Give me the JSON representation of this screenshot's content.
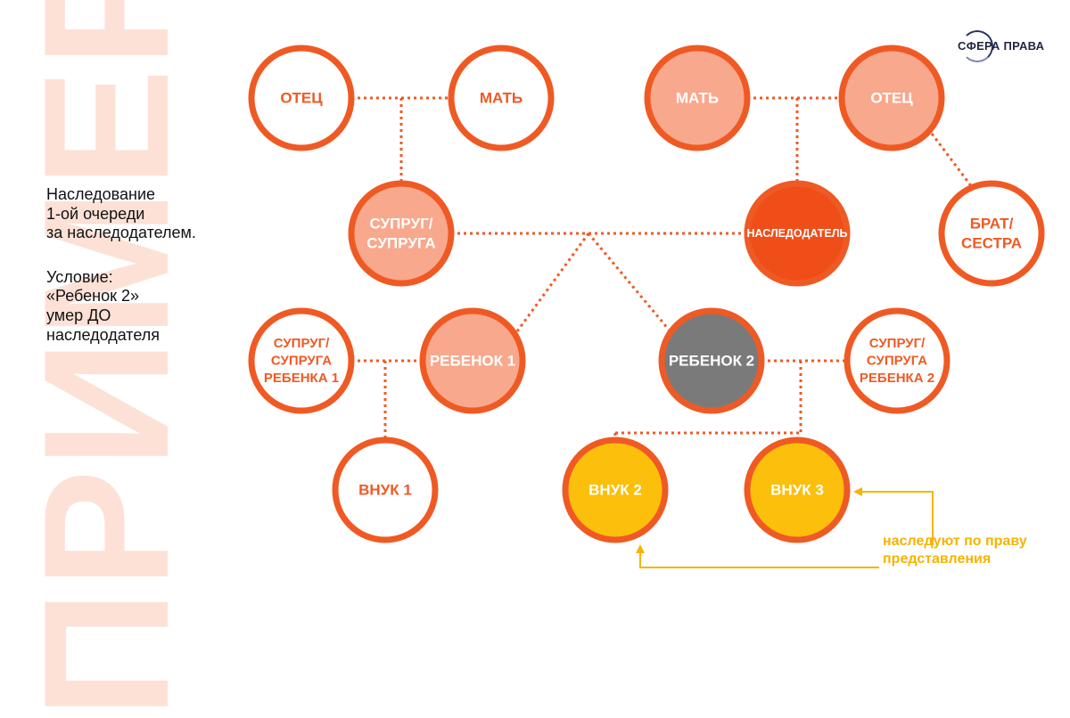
{
  "watermark": "ПРИМЕР:",
  "brand": {
    "name": "СФЕРА ПРАВА"
  },
  "sidebar": {
    "description": [
      "Наследование",
      "1-ой очереди",
      "за наследодателем."
    ],
    "condition": [
      "Условие:",
      "«Ребенок 2»",
      "умер ДО",
      "наследодателя"
    ]
  },
  "colors": {
    "accent": "#ef5a24",
    "white_fill": "#ffffff",
    "light_fill": "#f8a88d",
    "testator_fill": "#f04e18",
    "deceased_fill": "#7a7a7a",
    "grandchild_fill": "#fbbf0c",
    "note_text": "#f5b400"
  },
  "diagram": {
    "nodes": [
      {
        "id": "father-left",
        "lines": [
          "ОТЕЦ"
        ],
        "style": "white"
      },
      {
        "id": "mother-left",
        "lines": [
          "МАТЬ"
        ],
        "style": "white"
      },
      {
        "id": "mother-right",
        "lines": [
          "МАТЬ"
        ],
        "style": "light"
      },
      {
        "id": "father-right",
        "lines": [
          "ОТЕЦ"
        ],
        "style": "light"
      },
      {
        "id": "spouse",
        "lines": [
          "СУПРУГ/",
          "СУПРУГА"
        ],
        "style": "light"
      },
      {
        "id": "testator",
        "lines": [
          "НАСЛЕДОДАТЕЛЬ"
        ],
        "style": "testator"
      },
      {
        "id": "sibling",
        "lines": [
          "БРАТ/",
          "СЕСТРА"
        ],
        "style": "white"
      },
      {
        "id": "spouse-child1",
        "lines": [
          "СУПРУГ/",
          "СУПРУГА",
          "РЕБЕНКА 1"
        ],
        "style": "white"
      },
      {
        "id": "child1",
        "lines": [
          "РЕБЕНОК 1"
        ],
        "style": "light"
      },
      {
        "id": "child2",
        "lines": [
          "РЕБЕНОК 2"
        ],
        "style": "deceased"
      },
      {
        "id": "spouse-child2",
        "lines": [
          "СУПРУГ/",
          "СУПРУГА",
          "РЕБЕНКА 2"
        ],
        "style": "white"
      },
      {
        "id": "grandchild1",
        "lines": [
          "ВНУК 1"
        ],
        "style": "white"
      },
      {
        "id": "grandchild2",
        "lines": [
          "ВНУК 2"
        ],
        "style": "grandchild"
      },
      {
        "id": "grandchild3",
        "lines": [
          "ВНУК 3"
        ],
        "style": "grandchild"
      }
    ]
  },
  "note": {
    "lines": [
      "наследуют по праву",
      "представления"
    ]
  }
}
